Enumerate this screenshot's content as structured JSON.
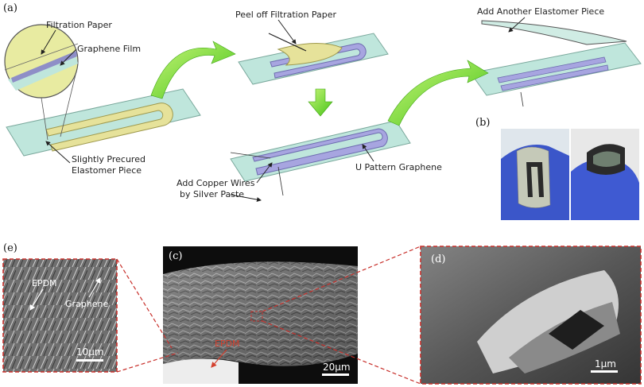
{
  "panels": {
    "a": "(a)",
    "b": "(b)",
    "c": "(c)",
    "d": "(d)",
    "e": "(e)"
  },
  "labels": {
    "filtration_paper": "Filtration Paper",
    "graphene_film": "Graphene Film",
    "slightly_precured_1": "Slightly Precured",
    "slightly_precured_2": "Elastomer Piece",
    "peel_off": "Peel off Filtration Paper",
    "add_copper_1": "Add Copper Wires",
    "add_copper_2": "by Silver Paste",
    "u_pattern": "U Pattern Graphene",
    "add_another": "Add Another Elastomer Piece",
    "epdm_e": "EPDM",
    "graphene_e": "Graphene",
    "epdm_c": "EPDM"
  },
  "scale_bars": {
    "e": "10μm",
    "c": "20μm",
    "d": "1μm"
  },
  "colors": {
    "substrate": "#bfe6dc",
    "graphene_film": "#e6e29a",
    "u_pattern": "#a7a5e0",
    "arrow_green": "#7ed321",
    "dashed_red": "#c8302b"
  }
}
